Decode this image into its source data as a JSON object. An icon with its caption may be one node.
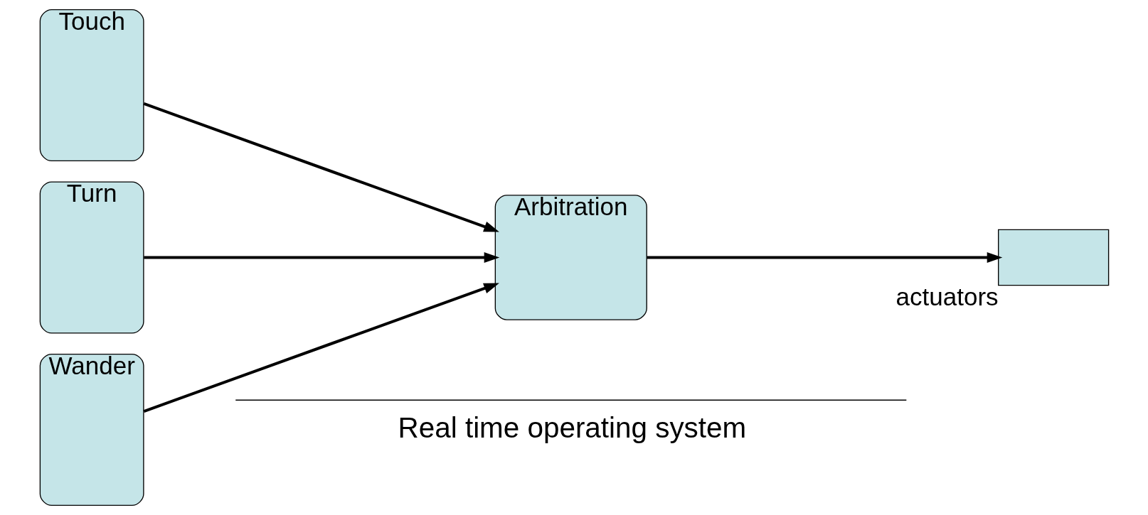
{
  "diagram": {
    "nodes": [
      {
        "text": [
          "Touch"
        ]
      },
      {
        "text": [
          "Turn"
        ]
      },
      {
        "text": [
          "Wander"
        ]
      },
      {
        "text": [
          "Arbitration"
        ]
      },
      {
        "text": [],
        "shape": "box",
        "beside": [
          "actuators"
        ]
      }
    ],
    "edges": [
      {
        "from": 0,
        "to": 3,
        "arrow": "to"
      },
      {
        "from": 1,
        "to": 3,
        "arrow": "to"
      },
      {
        "from": 2,
        "to": 3,
        "arrow": "to"
      },
      {
        "from": 3,
        "to": 4,
        "arrow": "to"
      }
    ],
    "labels": [
      "Real time operating system"
    ]
  }
}
